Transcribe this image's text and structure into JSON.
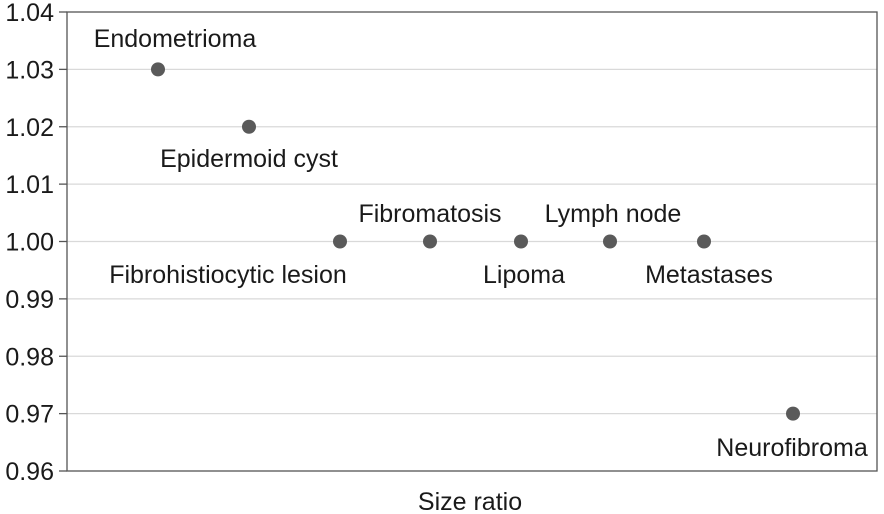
{
  "chart_data": {
    "type": "scatter",
    "xlabel": "Size ratio",
    "ylabel": "",
    "ylim": [
      0.96,
      1.04
    ],
    "yticks": [
      "0.96",
      "0.97",
      "0.98",
      "0.99",
      "1.00",
      "1.01",
      "1.02",
      "1.03",
      "1.04"
    ],
    "grid": "horizontal",
    "points": [
      {
        "label": "Endometrioma",
        "y": 1.03
      },
      {
        "label": "Epidermoid cyst",
        "y": 1.02
      },
      {
        "label": "Fibrohistiocytic lesion",
        "y": 1.0
      },
      {
        "label": "Fibromatosis",
        "y": 1.0
      },
      {
        "label": "Lipoma",
        "y": 1.0
      },
      {
        "label": "Lymph node",
        "y": 1.0
      },
      {
        "label": "Metastases",
        "y": 1.0
      },
      {
        "label": "Neurofibroma",
        "y": 0.97
      }
    ],
    "colors": {
      "point": "#5a5a5a",
      "grid": "#d9d9d9",
      "axis": "#555555"
    }
  }
}
